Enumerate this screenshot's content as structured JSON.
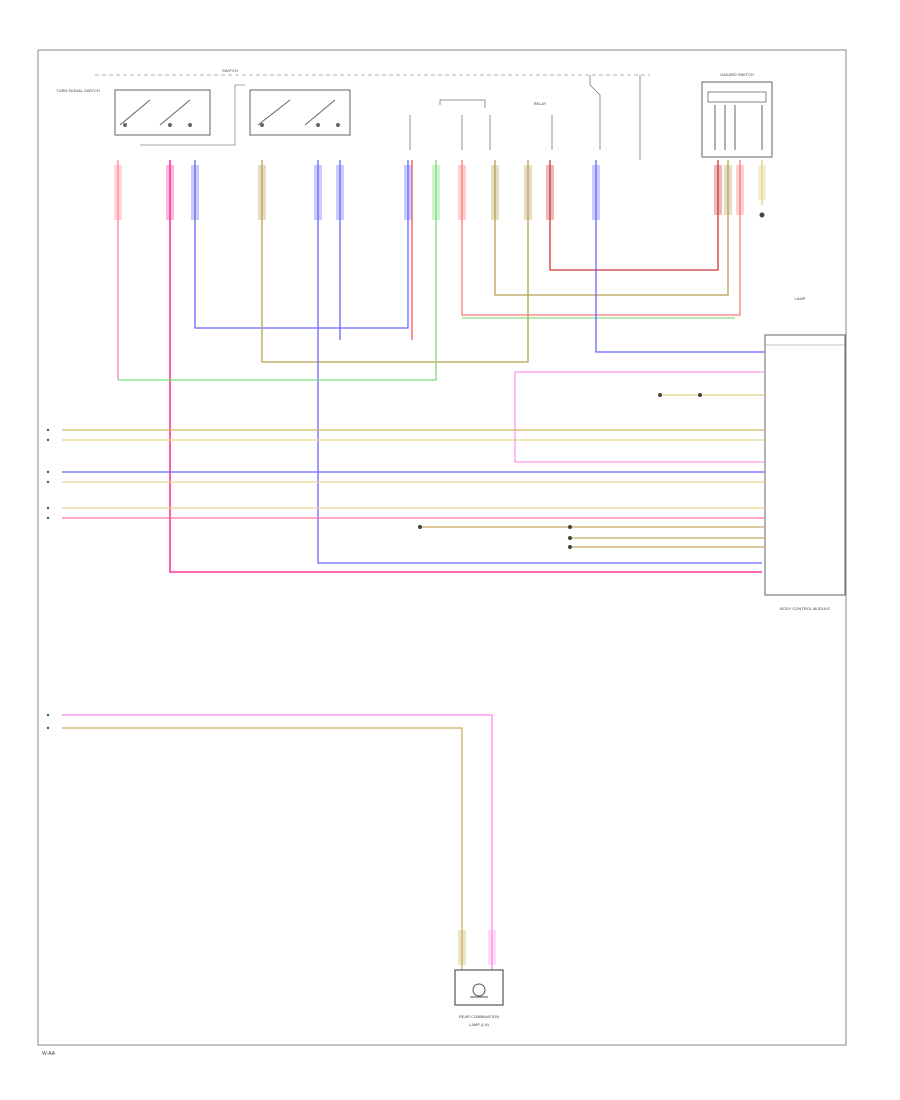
{
  "colors": {
    "pink": "#ff77aa",
    "magenta": "#ff3399",
    "blue": "#6666ff",
    "olive": "#b8a050",
    "green": "#77dd77",
    "red": "#ff5555",
    "darkred": "#cc3333",
    "yellow": "#e0d080",
    "lightpink": "#ff99ee",
    "frame": "#888888",
    "component": "#555555"
  },
  "components": {
    "switch_a_label": "TURN SIGNAL SWITCH",
    "switch_b_label": "SWITCH",
    "hazard_label": "HAZARD SWITCH",
    "bcm_label": "BODY CONTROL MODULE",
    "relay_label": "RELAY",
    "lamp_label": "LAMP",
    "bottom_lamp_label_1": "REAR COMBINATION",
    "bottom_lamp_label_2": "LAMP (LH)"
  },
  "footer": {
    "page_code": "W-AA"
  }
}
